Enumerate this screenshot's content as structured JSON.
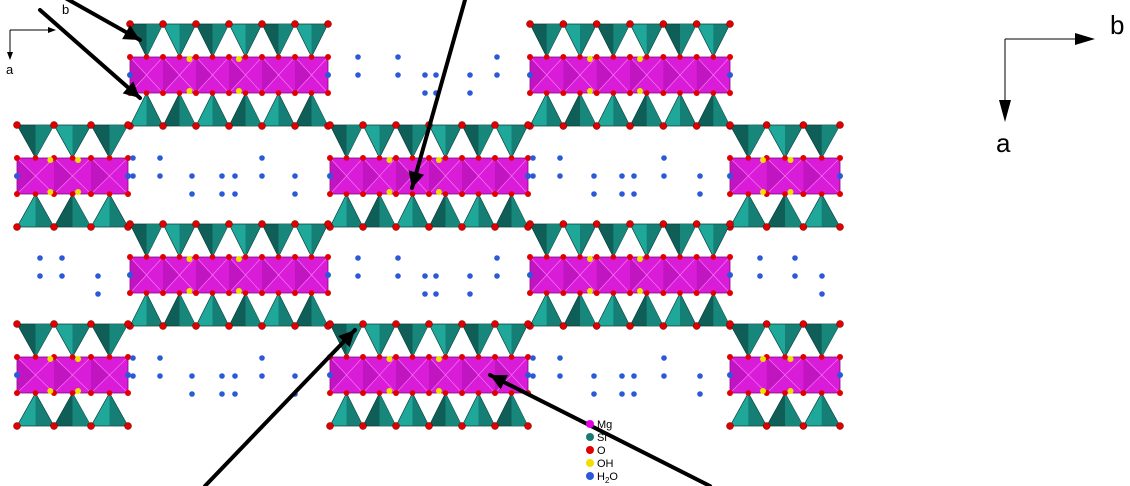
{
  "axes_small": {
    "b_label": "b",
    "a_label": "a"
  },
  "axes_large": {
    "b_label": "b",
    "a_label": "a"
  },
  "legend": {
    "items": [
      {
        "label": "Mg",
        "color": "#e400e4"
      },
      {
        "label": "Si",
        "color": "#1a7a70"
      },
      {
        "label": "O",
        "color": "#e00000"
      },
      {
        "label": "OH",
        "color": "#f0e000"
      },
      {
        "label": "H2O",
        "color": "#2a5ad8"
      }
    ]
  },
  "colors": {
    "tetra_dark": "#0f5f58",
    "tetra_light": "#1fa79a",
    "octa": "#d81cd8",
    "oxygen": "#e00000",
    "hydroxyl": "#f0e000",
    "water": "#2a5ad8"
  }
}
